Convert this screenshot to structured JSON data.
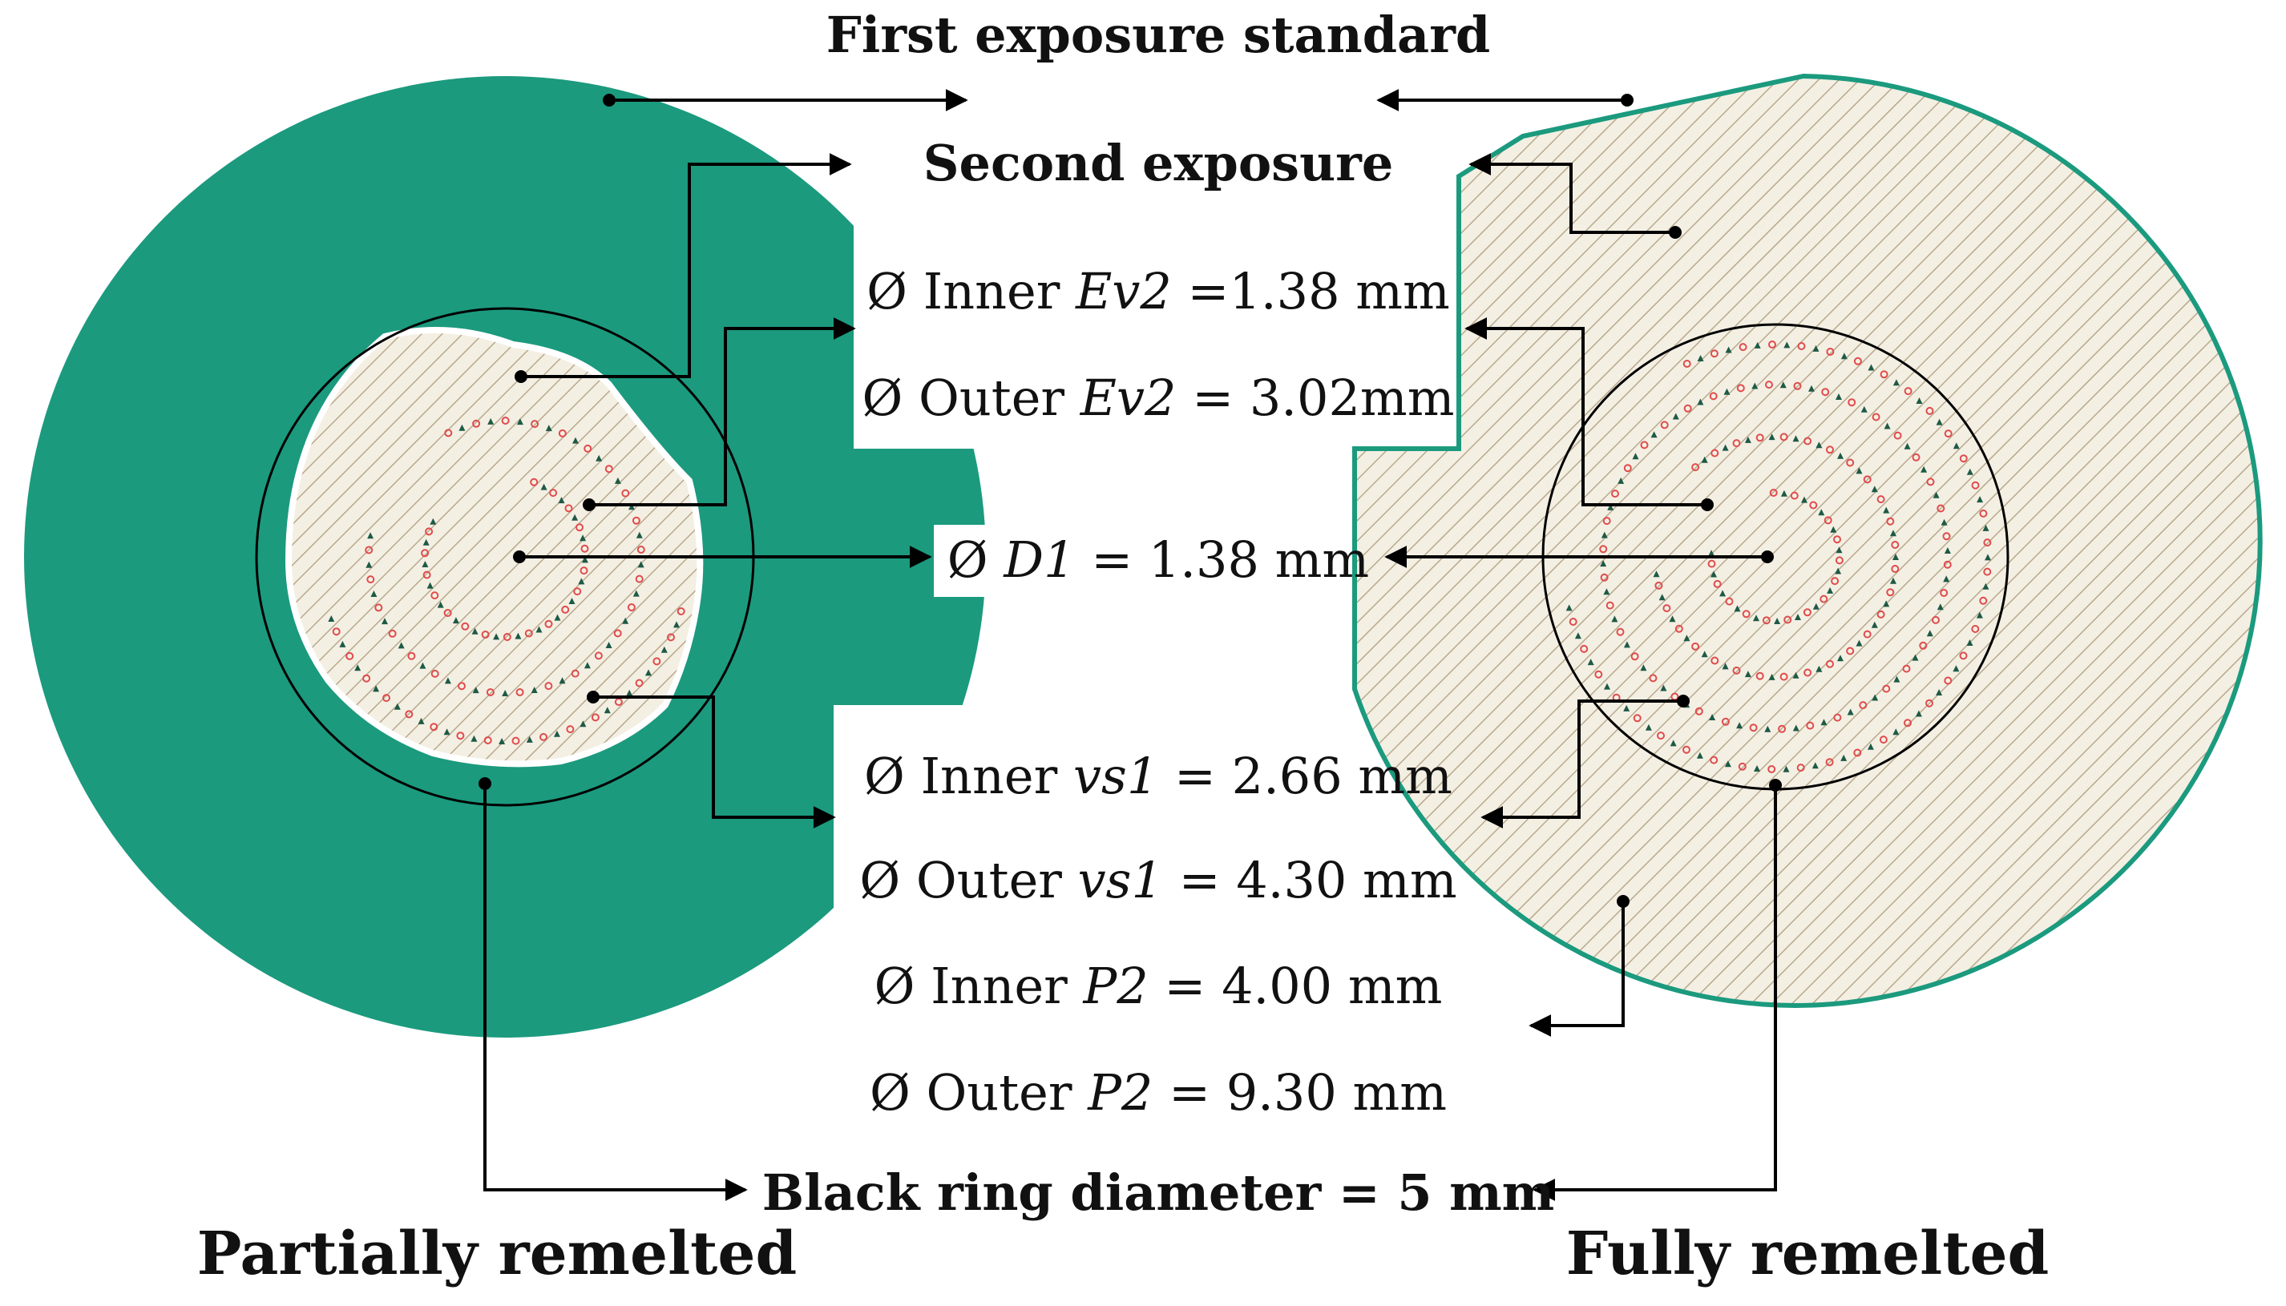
{
  "colors": {
    "green": "#1b9a7e",
    "hatch_bg": "#f4efe3",
    "hatch_line": "#b8a98d",
    "red_mark": "#e04b4b",
    "dark_mark": "#1d5a46",
    "line": "#000000"
  },
  "labels": {
    "first_exposure": "First exposure standard",
    "second_exposure": "Second exposure",
    "inner_ev2": {
      "prefix": "Ø Inner ",
      "var": "Ev2",
      "suffix": " =1.38 mm"
    },
    "outer_ev2": {
      "prefix": "Ø Outer ",
      "var": "Ev2",
      "suffix": " = 3.02mm"
    },
    "d1": {
      "prefix": "Ø ",
      "var": "D1",
      "suffix": " = 1.38 mm"
    },
    "inner_vs1": {
      "prefix": "Ø Inner ",
      "var": "vs1",
      "suffix": " = 2.66 mm"
    },
    "outer_vs1": {
      "prefix": "Ø Outer ",
      "var": "vs1",
      "suffix": " = 4.30 mm"
    },
    "inner_p2": {
      "prefix": "Ø Inner ",
      "var": "P2",
      "suffix": " = 4.00 mm"
    },
    "outer_p2": {
      "prefix": "Ø Outer ",
      "var": "P2",
      "suffix": " = 9.30 mm"
    },
    "black_ring": "Black ring diameter = 5 mm",
    "partially": "Partially remelted",
    "fully": "Fully remelted"
  }
}
